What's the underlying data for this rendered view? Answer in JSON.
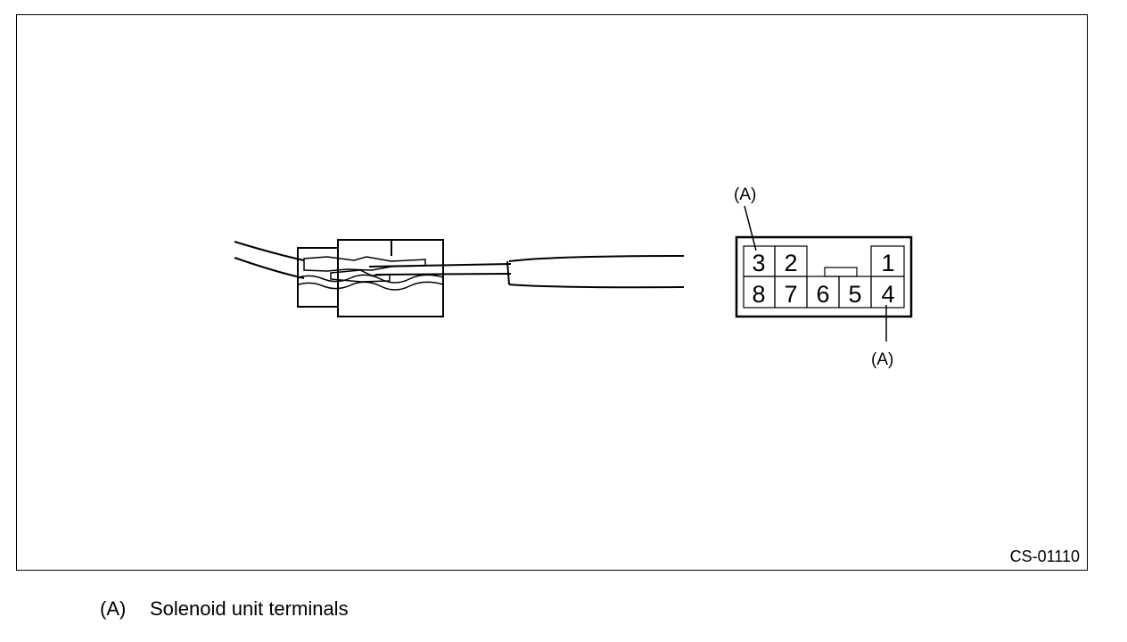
{
  "figure": {
    "code": "CS-01110",
    "callout_label": "(A)",
    "connector_pins": {
      "top_row": [
        "3",
        "2",
        "1"
      ],
      "bottom_row": [
        "8",
        "7",
        "6",
        "5",
        "4"
      ]
    }
  },
  "legend": {
    "key": "(A)",
    "text": "Solenoid unit terminals"
  },
  "colors": {
    "line": "#000000",
    "background": "#ffffff"
  }
}
